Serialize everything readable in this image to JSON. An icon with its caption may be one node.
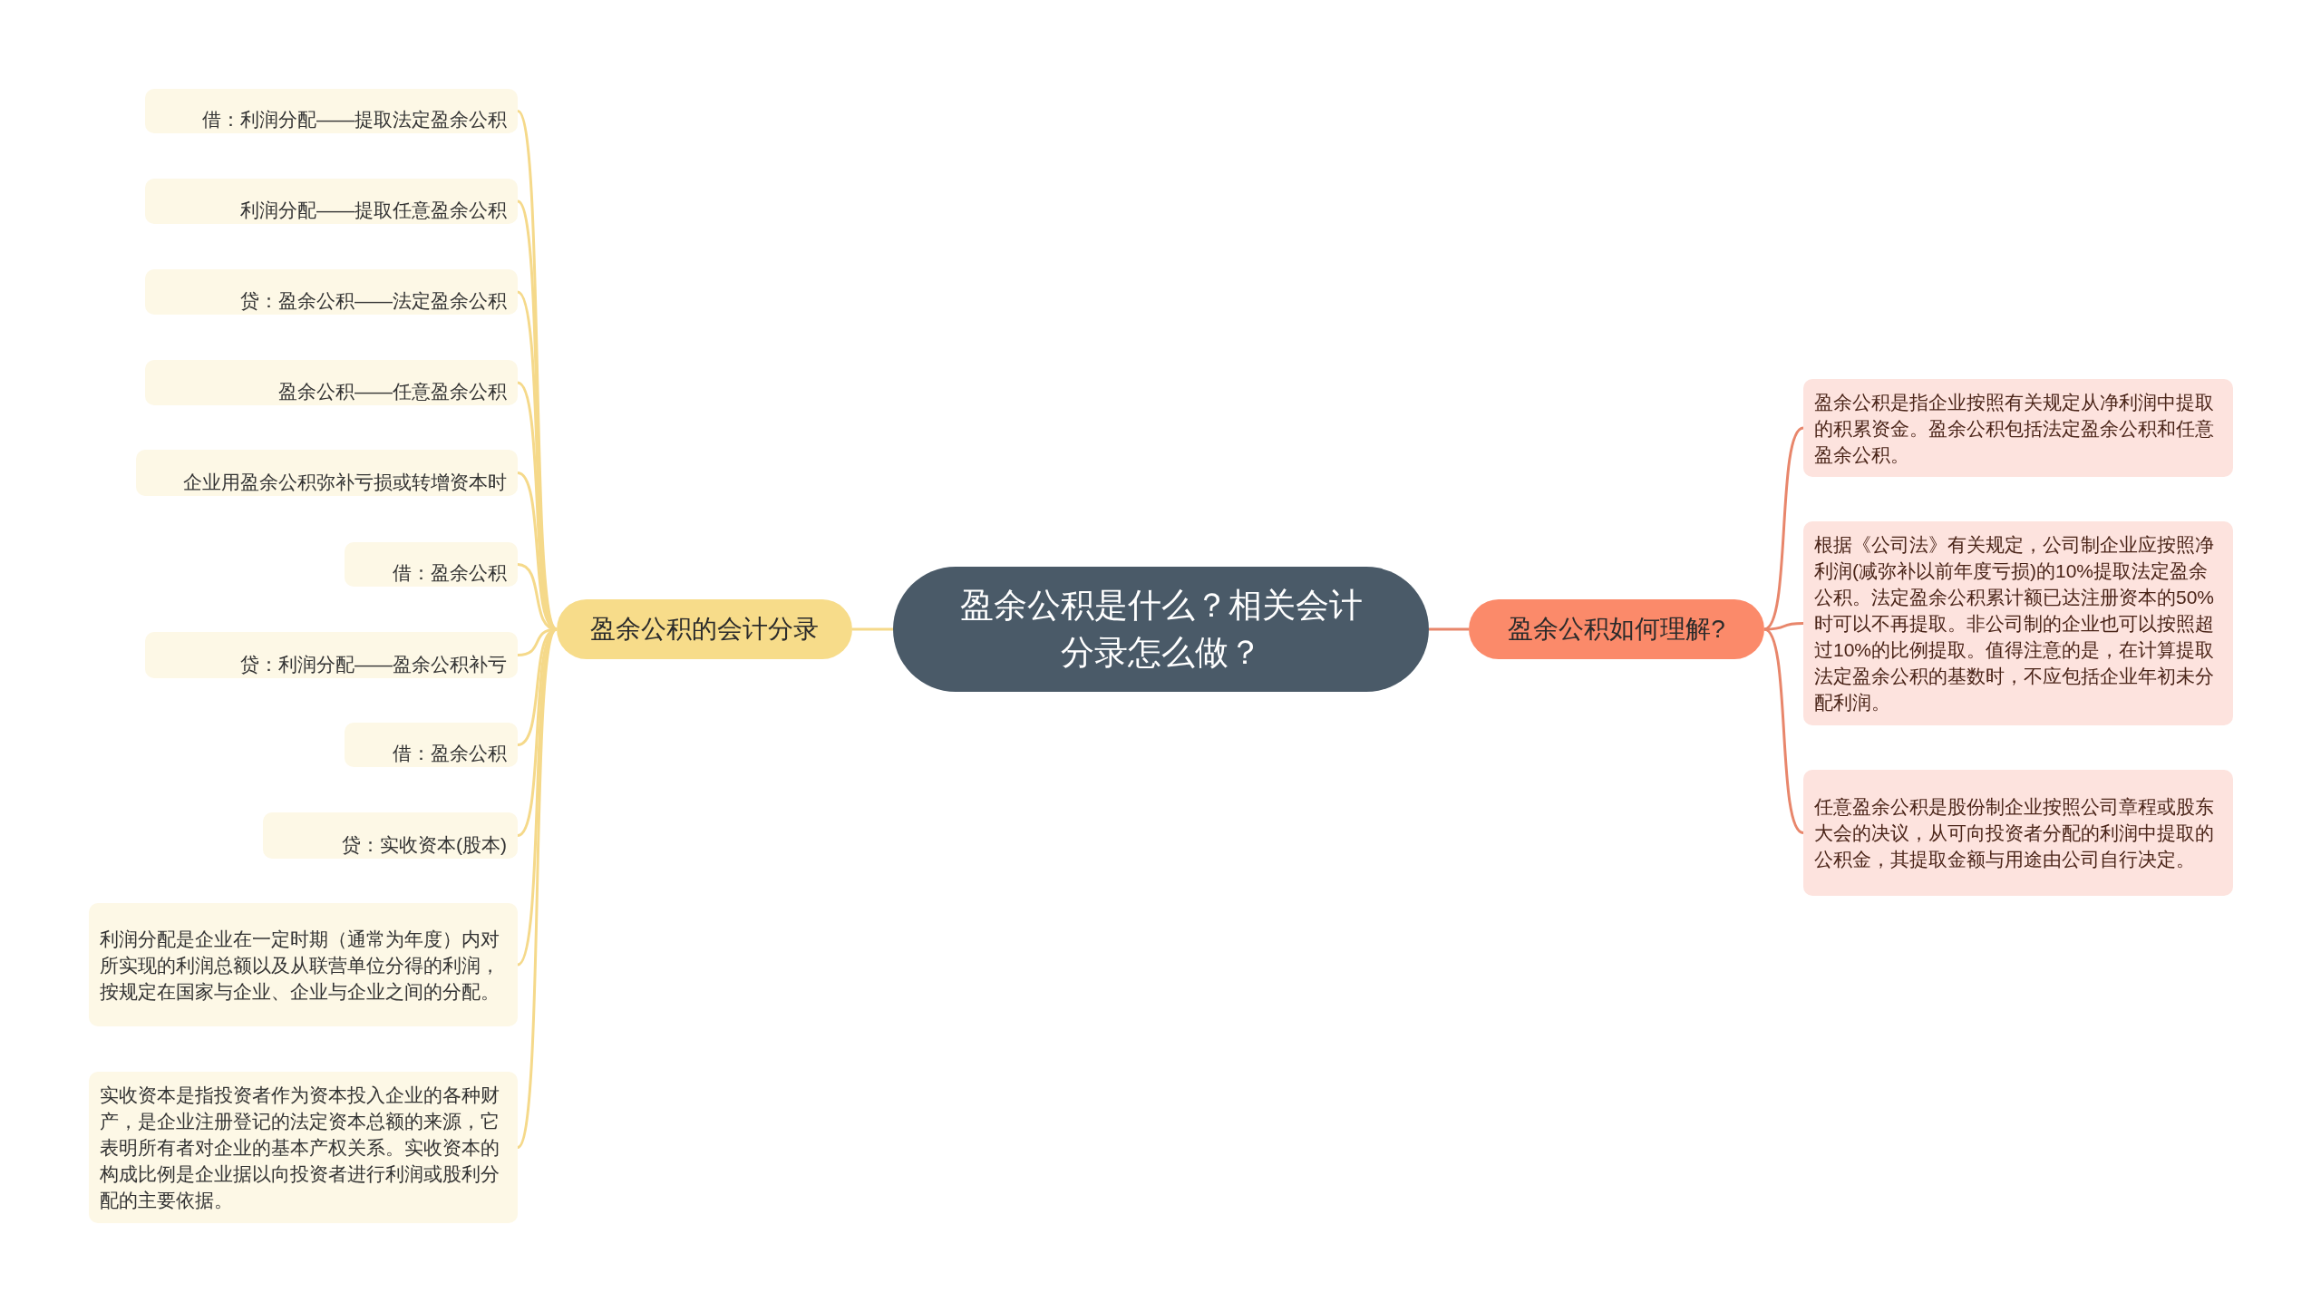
{
  "diagram": {
    "nodes": [
      {
        "text": [
          "盈余公积是什么？相关会计分录怎么做？"
        ]
      },
      {
        "text": [
          "盈余公积的会计分录"
        ]
      },
      {
        "text": [
          "借：利润分配——提取法定盈余公积"
        ]
      },
      {
        "text": [
          "利润分配——提取任意盈余公积"
        ]
      },
      {
        "text": [
          "贷：盈余公积——法定盈余公积"
        ]
      },
      {
        "text": [
          "盈余公积——任意盈余公积"
        ]
      },
      {
        "text": [
          "企业用盈余公积弥补亏损或转增资本时"
        ]
      },
      {
        "text": [
          "借：盈余公积"
        ]
      },
      {
        "text": [
          "贷：利润分配——盈余公积补亏"
        ]
      },
      {
        "text": [
          "借：盈余公积"
        ]
      },
      {
        "text": [
          "贷：实收资本(股本)"
        ]
      },
      {
        "text": [
          "利润分配是企业在一定时期（通常为年度）内对所实现的利润总额以及从联营单位分得的利润，按规定在国家与企业、企业与企业之间的分配。"
        ]
      },
      {
        "text": [
          "实收资本是指投资者作为资本投入企业的各种财产，是企业注册登记的法定资本总额的来源，它表明所有者对企业的基本产权关系。实收资本的构成比例是企业据以向投资者进行利润或股利分配的主要依据。"
        ]
      },
      {
        "text": [
          "盈余公积如何理解?"
        ]
      },
      {
        "text": [
          "盈余公积是指企业按照有关规定从净利润中提取的积累资金。盈余公积包括法定盈余公积和任意盈余公积。"
        ]
      },
      {
        "text": [
          "根据《公司法》有关规定，公司制企业应按照净利润(减弥补以前年度亏损)的10%提取法定盈余公积。法定盈余公积累计额已达注册资本的50%时可以不再提取。非公司制的企业也可以按照超过10%的比例提取。值得注意的是，在计算提取法定盈余公积的基数时，不应包括企业年初未分配利润。"
        ]
      },
      {
        "text": [
          "任意盈余公积是股份制企业按照公司章程或股东大会的决议，从可向投资者分配的利润中提取的公积金，其提取金额与用途由公司自行决定。"
        ]
      }
    ],
    "edges": [
      {
        "from": 0,
        "to": 1,
        "arrow": "none"
      },
      {
        "from": 1,
        "to": 2,
        "arrow": "none"
      },
      {
        "from": 1,
        "to": 3,
        "arrow": "none"
      },
      {
        "from": 1,
        "to": 4,
        "arrow": "none"
      },
      {
        "from": 1,
        "to": 5,
        "arrow": "none"
      },
      {
        "from": 1,
        "to": 6,
        "arrow": "none"
      },
      {
        "from": 1,
        "to": 7,
        "arrow": "none"
      },
      {
        "from": 1,
        "to": 8,
        "arrow": "none"
      },
      {
        "from": 1,
        "to": 9,
        "arrow": "none"
      },
      {
        "from": 1,
        "to": 10,
        "arrow": "none"
      },
      {
        "from": 1,
        "to": 11,
        "arrow": "none"
      },
      {
        "from": 1,
        "to": 12,
        "arrow": "none"
      },
      {
        "from": 0,
        "to": 13,
        "arrow": "none",
        "color": "#e8866b"
      },
      {
        "from": 13,
        "to": 14,
        "arrow": "none",
        "color": "#e8866b"
      },
      {
        "from": 13,
        "to": 15,
        "arrow": "none",
        "color": "#e8866b"
      },
      {
        "from": 13,
        "to": 16,
        "arrow": "none",
        "color": "#e8866b"
      }
    ]
  }
}
